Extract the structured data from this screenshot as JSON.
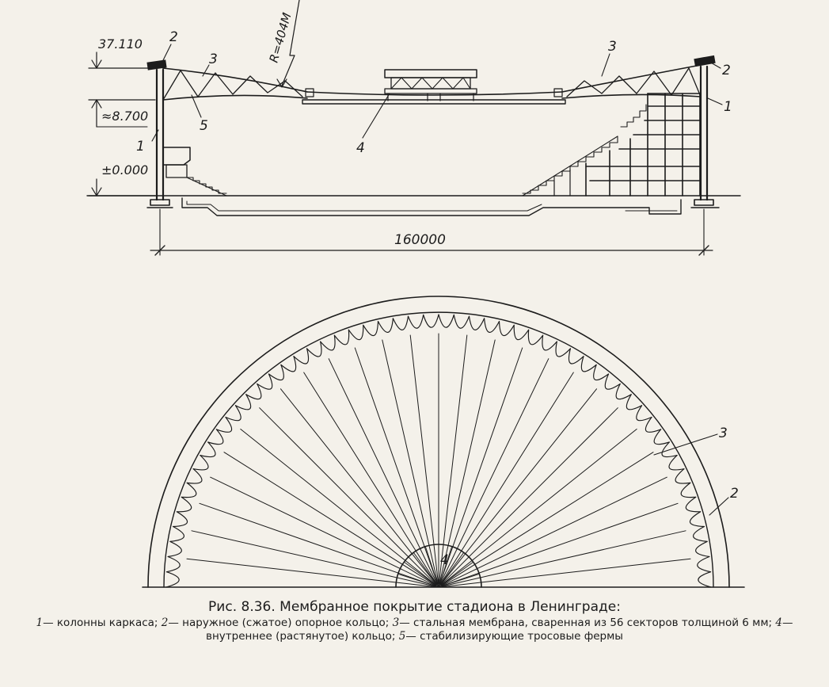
{
  "section": {
    "level_top": "37.110",
    "level_mid": "≈8.700",
    "level_zero": "±0.000",
    "radius_label": "R=404M",
    "span": "160000",
    "callouts": {
      "c1": "1",
      "c2": "2",
      "c3": "3",
      "c4": "4",
      "c5": "5"
    }
  },
  "plan": {
    "callouts": {
      "c2": "2",
      "c3": "3",
      "c4": "4"
    },
    "sectors": 56
  },
  "caption": {
    "title": "Рис. 8.36. Мембранное покрытие стадиона в Ленинграде:",
    "items": [
      {
        "num": "1",
        "text": "— колонны каркаса; "
      },
      {
        "num": "2",
        "text": "— наружное (сжатое) опорное кольцо; "
      },
      {
        "num": "3",
        "text": "— стальная мембрана, сваренная из 56 секторов толщиной 6 мм; "
      },
      {
        "num": "4",
        "text": "— внутреннее (растянутое) кольцо; "
      },
      {
        "num": "5",
        "text": "— стабилизирующие тросовые фермы"
      }
    ]
  }
}
